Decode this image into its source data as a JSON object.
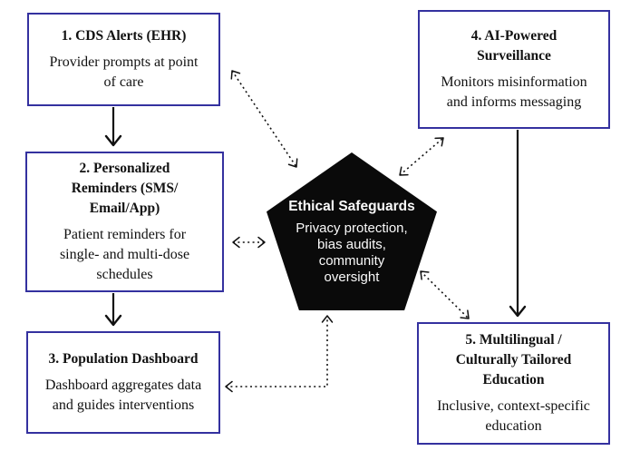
{
  "figure": {
    "type": "flow-diagram",
    "background_color": "#ffffff",
    "box_border_color": "#34319f",
    "box_text_color": "#111111",
    "pentagon_fill_color": "#0a0a0a",
    "pentagon_text_color": "#fafafa",
    "arrow_color": "#111111"
  },
  "boxes": [
    {
      "id": "cds-alerts",
      "title": "1. CDS Alerts (EHR)",
      "body": "Provider prompts at point\nof care"
    },
    {
      "id": "personalized-reminders",
      "title": "2. Personalized\nReminders (SMS/\nEmail/App)",
      "body": "Patient reminders for\nsingle- and multi-dose\nschedules"
    },
    {
      "id": "population-dashboard",
      "title": "3. Population Dashboard",
      "body": "Dashboard aggregates data\nand guides interventions"
    },
    {
      "id": "ai-surveillance",
      "title": "4. AI-Powered\nSurveillance",
      "body": "Monitors misinformation\nand informs messaging"
    },
    {
      "id": "multilingual-education",
      "title": "5. Multilingual /\nCulturally Tailored\nEducation",
      "body": "Inclusive, context-specific\neducation"
    }
  ],
  "pentagon": {
    "title": "Ethical Safeguards",
    "body": "Privacy protection,\nbias audits,\ncommunity\noversight"
  },
  "connections": [
    {
      "from": "cds-alerts",
      "to": "personalized-reminders",
      "style": "solid",
      "bidirectional": false
    },
    {
      "from": "personalized-reminders",
      "to": "population-dashboard",
      "style": "solid",
      "bidirectional": false
    },
    {
      "from": "ai-surveillance",
      "to": "multilingual-education",
      "style": "solid",
      "bidirectional": false
    },
    {
      "from": "ethical-safeguards",
      "to": "cds-alerts",
      "style": "dotted",
      "bidirectional": true
    },
    {
      "from": "ethical-safeguards",
      "to": "personalized-reminders",
      "style": "dotted",
      "bidirectional": true
    },
    {
      "from": "ethical-safeguards",
      "to": "population-dashboard",
      "style": "dotted",
      "bidirectional": true
    },
    {
      "from": "ethical-safeguards",
      "to": "ai-surveillance",
      "style": "dotted",
      "bidirectional": true
    },
    {
      "from": "ethical-safeguards",
      "to": "multilingual-education",
      "style": "dotted",
      "bidirectional": true
    }
  ]
}
